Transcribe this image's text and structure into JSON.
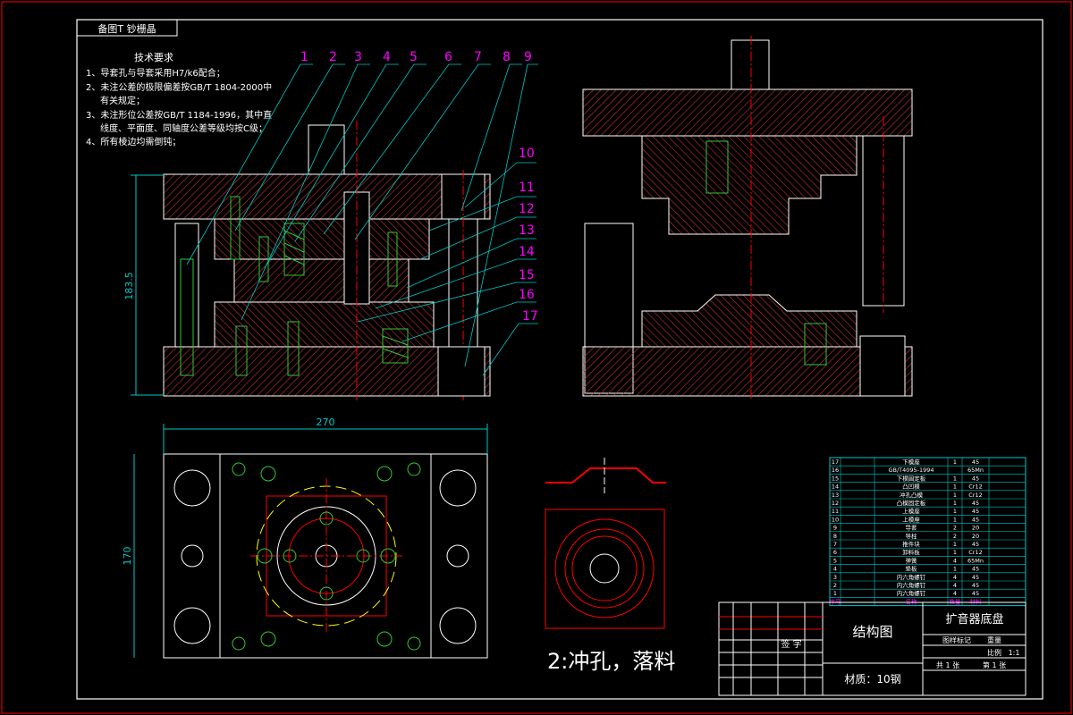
{
  "corner_label": "备图T 钞栅晶",
  "tech_requirements": {
    "heading": "技术要求",
    "lines": [
      "1、导套孔与导套采用H7/k6配合；",
      "2、未注公差的极限偏差按GB/T 1804-2000中",
      "有关规定；",
      "3、未注形位公差按GB/T 1184-1996，其中直",
      "线度、平面度、同轴度公差等级均按C级；",
      "4、所有棱边均需倒钝；"
    ]
  },
  "part_numbers_top": [
    "1",
    "2",
    "3",
    "4",
    "5",
    "6",
    "7",
    "8",
    "9"
  ],
  "part_numbers_side": [
    "10",
    "11",
    "12",
    "13",
    "14",
    "15",
    "16",
    "17"
  ],
  "dimensions": {
    "height": "183.5",
    "width": "270",
    "depth": "170"
  },
  "process_label": "2:冲孔，落料",
  "title_block": {
    "drawing_title": "结构图",
    "product_name": "扩音器底盘",
    "material": "材质：10钢",
    "stage_label": "图样标记",
    "weight_label": "重量",
    "scale_label": "比例",
    "scale": "1:1",
    "sheet_label": "共 1 张",
    "sheet_of": "第 1 张",
    "sign_label": "签 字"
  },
  "bom": {
    "rows": [
      {
        "no": "17",
        "name": "下模座",
        "qty": "1",
        "mat": "45"
      },
      {
        "no": "16",
        "name": "GB/T4095-1994",
        "qty": "",
        "mat": "65Mn"
      },
      {
        "no": "15",
        "name": "下模固定板",
        "qty": "1",
        "mat": "45"
      },
      {
        "no": "14",
        "name": "凸凹模",
        "qty": "1",
        "mat": "Cr12"
      },
      {
        "no": "13",
        "name": "冲孔凸模",
        "qty": "1",
        "mat": "Cr12"
      },
      {
        "no": "12",
        "name": "凸模固定板",
        "qty": "1",
        "mat": "45"
      },
      {
        "no": "11",
        "name": "上模座",
        "qty": "1",
        "mat": "45"
      },
      {
        "no": "10",
        "name": "上模座",
        "qty": "1",
        "mat": "45"
      },
      {
        "no": "9",
        "name": "导套",
        "qty": "2",
        "mat": "20"
      },
      {
        "no": "8",
        "name": "导柱",
        "qty": "2",
        "mat": "20"
      },
      {
        "no": "7",
        "name": "推件块",
        "qty": "1",
        "mat": "45"
      },
      {
        "no": "6",
        "name": "卸料板",
        "qty": "1",
        "mat": "Cr12"
      },
      {
        "no": "5",
        "name": "弹簧",
        "qty": "4",
        "mat": "65Mn"
      },
      {
        "no": "4",
        "name": "垫板",
        "qty": "1",
        "mat": "45"
      },
      {
        "no": "3",
        "name": "内六角螺钉",
        "qty": "4",
        "mat": "45"
      },
      {
        "no": "2",
        "name": "内六角螺钉",
        "qty": "4",
        "mat": "45"
      },
      {
        "no": "1",
        "name": "内六角螺钉",
        "qty": "4",
        "mat": "45"
      }
    ],
    "header": {
      "no": "序号",
      "name": "名称",
      "qty": "数量",
      "mat": "材料"
    }
  },
  "colors": {
    "outline": "#ffffff",
    "hatch": "#c83232",
    "leader": "#00c8c8",
    "number": "#ff00ff",
    "dimension": "#00c8c8",
    "spring": "#32c832",
    "aux": "#ffff00"
  }
}
